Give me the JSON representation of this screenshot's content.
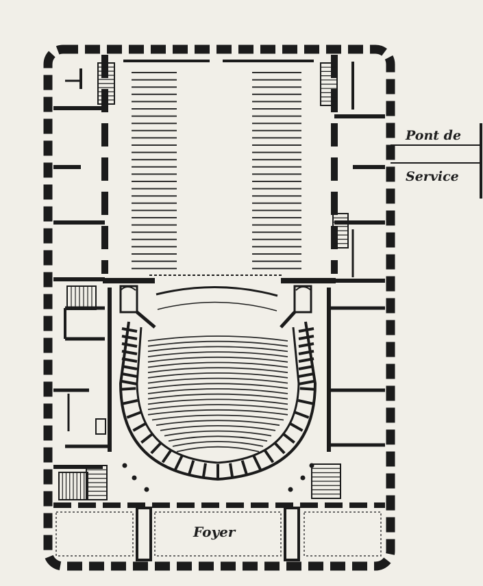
{
  "labels": {
    "bridge_line1": "Pont de",
    "bridge_line2": "Service",
    "foyer": "Foyer"
  },
  "colors": {
    "ink": "#1b1b1b",
    "paper": "#f1efe8"
  }
}
